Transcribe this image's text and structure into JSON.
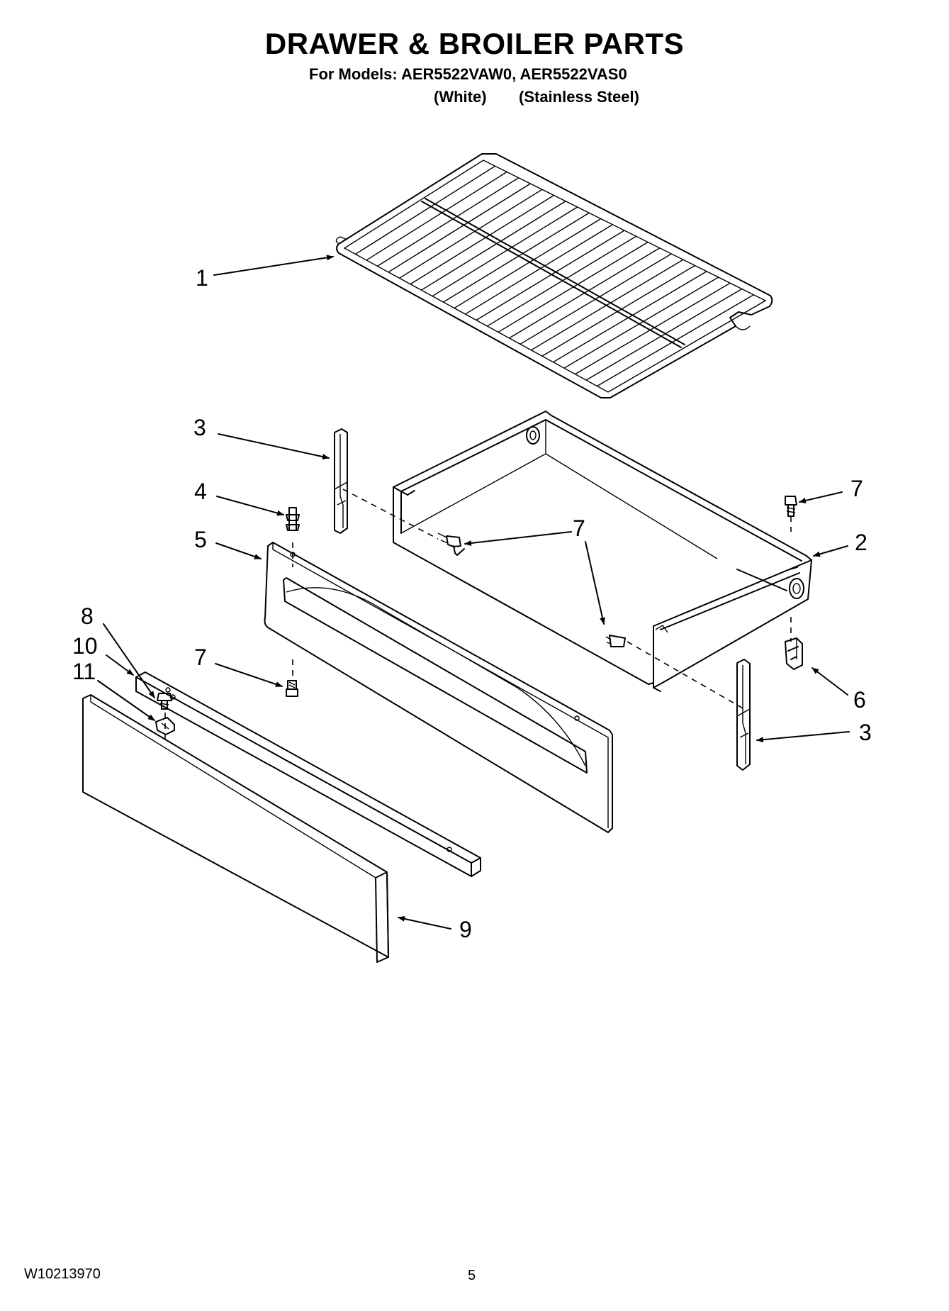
{
  "header": {
    "title": "DRAWER & BROILER PARTS",
    "models_line": "For Models: AER5522VAW0, AER5522VAS0",
    "variant_white": "(White)",
    "variant_steel": "(Stainless Steel)"
  },
  "footer": {
    "document_number": "W10213970",
    "page_number": "5"
  },
  "callouts": {
    "rack": "1",
    "drawer_body": "2",
    "slide_left": "3",
    "slide_right": "3",
    "stud": "4",
    "panel_frame": "5",
    "clip": "6",
    "screw_top_right": "7",
    "screw_center_left": "7",
    "screw_center_right": "7",
    "screw_frame": "7",
    "screw_trim": "8",
    "panel_front": "9",
    "trim_bar": "10",
    "badge": "11"
  }
}
